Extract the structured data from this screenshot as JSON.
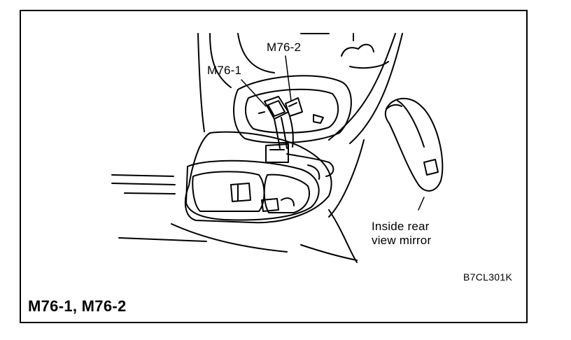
{
  "labels": {
    "connector_1": "M76-1",
    "connector_2": "M76-2",
    "mirror_line1": "Inside rear",
    "mirror_line2": "view mirror"
  },
  "figure_code": "B7CL301K",
  "figure_title": "M76-1, M76-2"
}
